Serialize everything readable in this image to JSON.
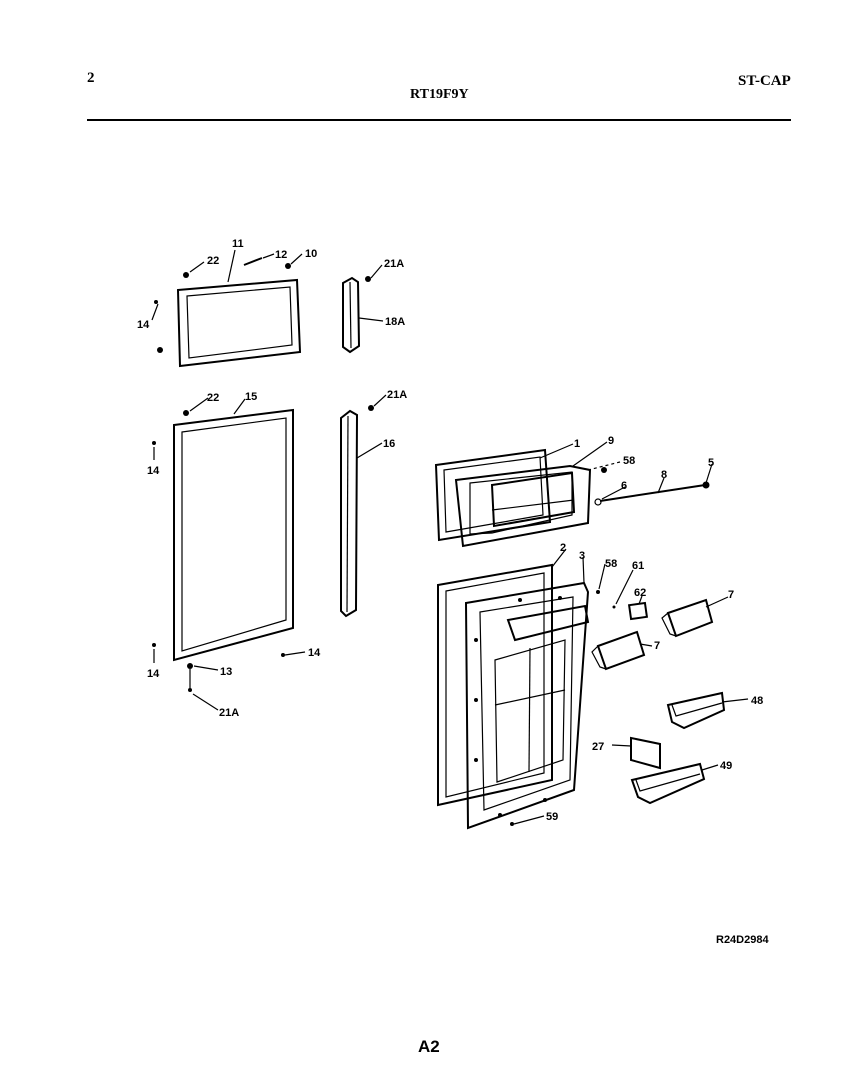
{
  "header": {
    "page_number": "2",
    "model": "RT19F9Y",
    "code": "ST-CAP"
  },
  "diagram": {
    "callouts": {
      "c_22_top": "22",
      "c_11": "11",
      "c_12": "12",
      "c_10": "10",
      "c_14_top": "14",
      "c_21A_top": "21A",
      "c_18A": "18A",
      "c_22_mid": "22",
      "c_15": "15",
      "c_21A_mid": "21A",
      "c_16": "16",
      "c_14_mid": "14",
      "c_14_low": "14",
      "c_14_right": "14",
      "c_13": "13",
      "c_21A_bot": "21A",
      "c_1": "1",
      "c_9": "9",
      "c_58_top": "58",
      "c_8": "8",
      "c_5": "5",
      "c_6": "6",
      "c_2": "2",
      "c_3": "3",
      "c_58_mid": "58",
      "c_61": "61",
      "c_62": "62",
      "c_7_right": "7",
      "c_7_left": "7",
      "c_48": "48",
      "c_27": "27",
      "c_49": "49",
      "c_59": "59"
    }
  },
  "footer": {
    "drawing_id": "R24D2984",
    "page_label": "A2"
  }
}
